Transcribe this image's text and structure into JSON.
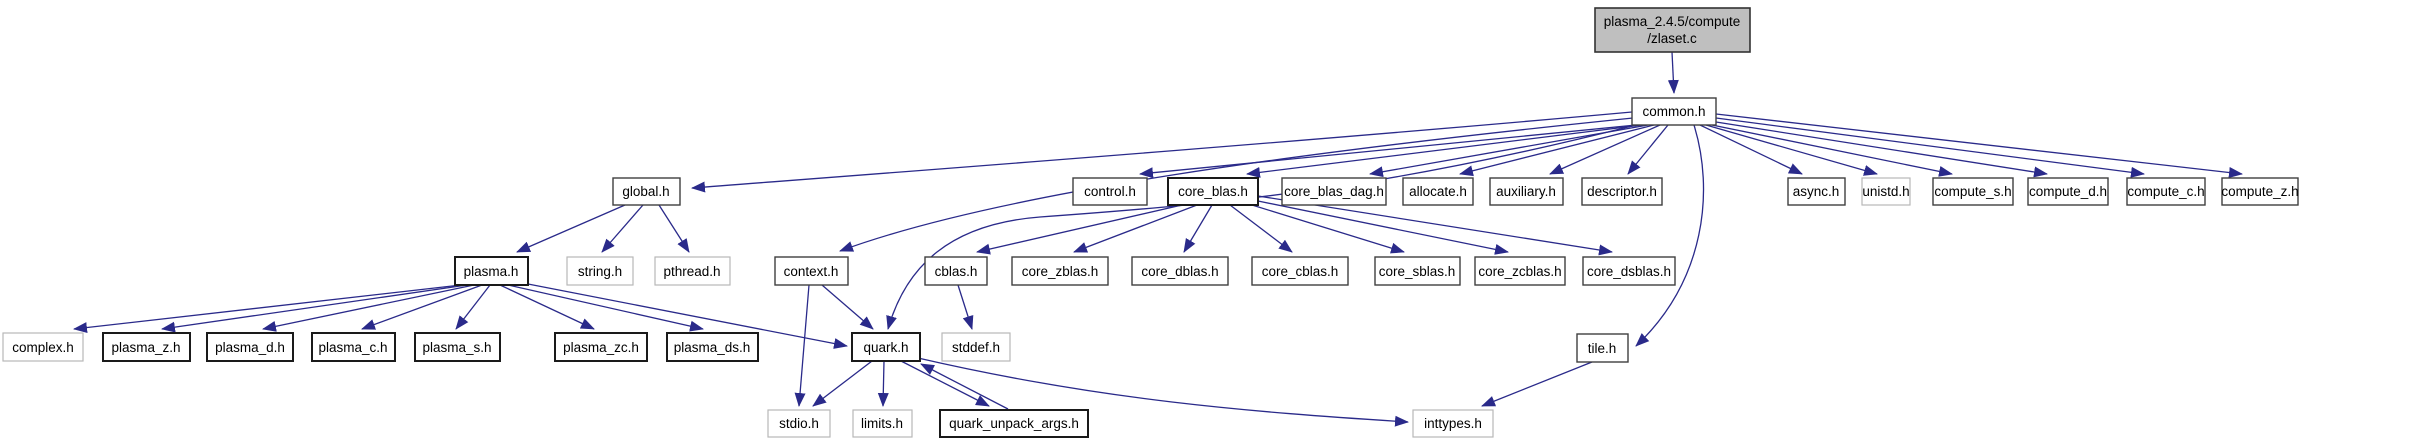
{
  "graph": {
    "root": {
      "line1": "plasma_2.4.5/compute",
      "line2": "/zlaset.c"
    },
    "nodes": {
      "common": "common.h",
      "global": "global.h",
      "control": "control.h",
      "core_blas": "core_blas.h",
      "core_blas_dag": "core_blas_dag.h",
      "allocate": "allocate.h",
      "auxiliary": "auxiliary.h",
      "descriptor": "descriptor.h",
      "async": "async.h",
      "unistd": "unistd.h",
      "compute_s": "compute_s.h",
      "compute_d": "compute_d.h",
      "compute_c": "compute_c.h",
      "compute_z": "compute_z.h",
      "plasma": "plasma.h",
      "string": "string.h",
      "pthread": "pthread.h",
      "context": "context.h",
      "cblas": "cblas.h",
      "core_zblas": "core_zblas.h",
      "core_dblas": "core_dblas.h",
      "core_cblas": "core_cblas.h",
      "core_sblas": "core_sblas.h",
      "core_zcblas": "core_zcblas.h",
      "core_dsblas": "core_dsblas.h",
      "complex": "complex.h",
      "plasma_z": "plasma_z.h",
      "plasma_d": "plasma_d.h",
      "plasma_c": "plasma_c.h",
      "plasma_s": "plasma_s.h",
      "plasma_zc": "plasma_zc.h",
      "plasma_ds": "plasma_ds.h",
      "quark": "quark.h",
      "stddef": "stddef.h",
      "tile": "tile.h",
      "stdio": "stdio.h",
      "limits": "limits.h",
      "quark_unpack_args": "quark_unpack_args.h",
      "inttypes": "inttypes.h"
    },
    "edges": [
      {
        "from": "plasma_2.4.5/compute/zlaset.c",
        "to": "common.h"
      },
      {
        "from": "common.h",
        "to": "global.h"
      },
      {
        "from": "common.h",
        "to": "control.h"
      },
      {
        "from": "common.h",
        "to": "core_blas.h"
      },
      {
        "from": "common.h",
        "to": "core_blas_dag.h"
      },
      {
        "from": "common.h",
        "to": "allocate.h"
      },
      {
        "from": "common.h",
        "to": "auxiliary.h"
      },
      {
        "from": "common.h",
        "to": "descriptor.h"
      },
      {
        "from": "common.h",
        "to": "async.h"
      },
      {
        "from": "common.h",
        "to": "unistd.h"
      },
      {
        "from": "common.h",
        "to": "compute_s.h"
      },
      {
        "from": "common.h",
        "to": "compute_d.h"
      },
      {
        "from": "common.h",
        "to": "compute_c.h"
      },
      {
        "from": "common.h",
        "to": "compute_z.h"
      },
      {
        "from": "common.h",
        "to": "context.h"
      },
      {
        "from": "common.h",
        "to": "quark.h"
      },
      {
        "from": "common.h",
        "to": "tile.h"
      },
      {
        "from": "global.h",
        "to": "plasma.h"
      },
      {
        "from": "global.h",
        "to": "string.h"
      },
      {
        "from": "global.h",
        "to": "pthread.h"
      },
      {
        "from": "plasma.h",
        "to": "complex.h"
      },
      {
        "from": "plasma.h",
        "to": "plasma_z.h"
      },
      {
        "from": "plasma.h",
        "to": "plasma_d.h"
      },
      {
        "from": "plasma.h",
        "to": "plasma_c.h"
      },
      {
        "from": "plasma.h",
        "to": "plasma_s.h"
      },
      {
        "from": "plasma.h",
        "to": "plasma_zc.h"
      },
      {
        "from": "plasma.h",
        "to": "plasma_ds.h"
      },
      {
        "from": "plasma.h",
        "to": "quark.h"
      },
      {
        "from": "context.h",
        "to": "stdio.h"
      },
      {
        "from": "context.h",
        "to": "quark.h"
      },
      {
        "from": "core_blas.h",
        "to": "cblas.h"
      },
      {
        "from": "core_blas.h",
        "to": "core_zblas.h"
      },
      {
        "from": "core_blas.h",
        "to": "core_dblas.h"
      },
      {
        "from": "core_blas.h",
        "to": "core_cblas.h"
      },
      {
        "from": "core_blas.h",
        "to": "core_sblas.h"
      },
      {
        "from": "core_blas.h",
        "to": "core_zcblas.h"
      },
      {
        "from": "core_blas.h",
        "to": "core_dsblas.h"
      },
      {
        "from": "cblas.h",
        "to": "stddef.h"
      },
      {
        "from": "quark.h",
        "to": "stdio.h"
      },
      {
        "from": "quark.h",
        "to": "limits.h"
      },
      {
        "from": "quark.h",
        "to": "quark_unpack_args.h"
      },
      {
        "from": "quark.h",
        "to": "inttypes.h"
      },
      {
        "from": "quark_unpack_args.h",
        "to": "quark.h"
      },
      {
        "from": "tile.h",
        "to": "inttypes.h"
      }
    ]
  },
  "colors": {
    "edge": "#2a2a8a",
    "root_fill": "#bfbfbf",
    "node_fill": "#ffffff",
    "project_border": "#3f3f3f",
    "system_border": "#b8b8b8",
    "text": "#000000"
  }
}
